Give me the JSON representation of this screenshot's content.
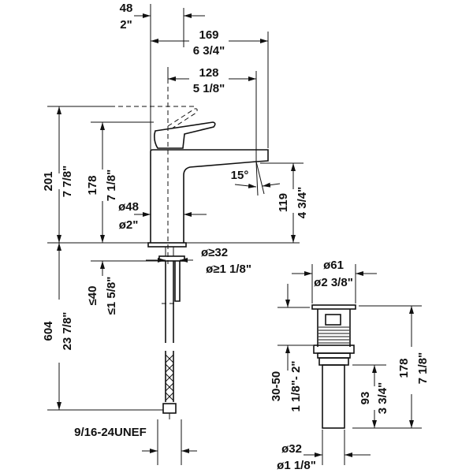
{
  "faucet": {
    "dim_48": {
      "mm": "48",
      "in": "2\""
    },
    "dim_169": {
      "mm": "169",
      "in": "6 3/4\""
    },
    "dim_128": {
      "mm": "128",
      "in": "5 1/8\""
    },
    "dim_201": {
      "mm": "201",
      "in": "7 7/8\""
    },
    "dim_178": {
      "mm": "178",
      "in": "7 1/8\""
    },
    "dim_d48": {
      "mm": "ø48",
      "in": "ø2\""
    },
    "angle": "15°",
    "dim_119": {
      "mm": "119",
      "in": "4 3/4\""
    },
    "dim_hole": {
      "mm": "ø≥32",
      "in": "ø≥1 1/8\""
    },
    "dim_40": {
      "mm": "≤40",
      "in": "≤1 5/8\""
    },
    "dim_604": {
      "mm": "604",
      "in": "23 7/8\""
    },
    "thread": "9/16-24UNEF"
  },
  "drain": {
    "dim_d61": {
      "mm": "ø61",
      "in": "ø2 3/8\""
    },
    "dim_30_50": {
      "mm": "30-50",
      "in": "1 1/8\"- 2\""
    },
    "dim_93": {
      "mm": "93",
      "in": "3 3/4\""
    },
    "dim_178": {
      "mm": "178",
      "in": "7 1/8\""
    },
    "dim_d32": {
      "mm": "ø32",
      "in": "ø1 1/8\""
    }
  }
}
